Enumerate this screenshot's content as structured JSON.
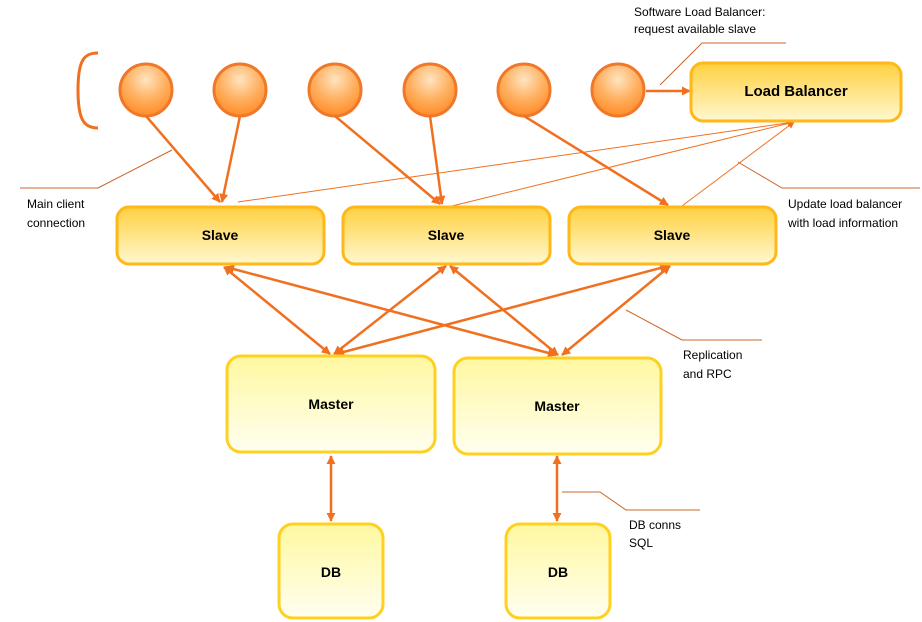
{
  "nodes": {
    "load_balancer": "Load Balancer",
    "slaves": [
      "Slave",
      "Slave",
      "Slave"
    ],
    "masters": [
      "Master",
      "Master"
    ],
    "dbs": [
      "DB",
      "DB"
    ]
  },
  "annotations": {
    "software_lb": [
      "Software Load Balancer:",
      "request available slave"
    ],
    "main_client": [
      "Main client",
      "connection"
    ],
    "update_lb": [
      "Update load balancer",
      "with load information"
    ],
    "replication": [
      "Replication",
      "and RPC"
    ],
    "db_conns": [
      "DB conns",
      "SQL"
    ]
  },
  "client_count": 6,
  "colors": {
    "arrow": "#f07020",
    "thin_line": "#c86428",
    "client_fill_top": "#ff9a3c",
    "client_fill_bottom": "#ffe0b0",
    "client_stroke": "#f07828",
    "box_fill_top": "#ffd040",
    "box_fill_bottom": "#fff8c8",
    "box_stroke": "#ffb818",
    "box_light_top": "#fff8a8",
    "box_light_bottom": "#fffff0",
    "box_light_stroke": "#ffd020"
  }
}
